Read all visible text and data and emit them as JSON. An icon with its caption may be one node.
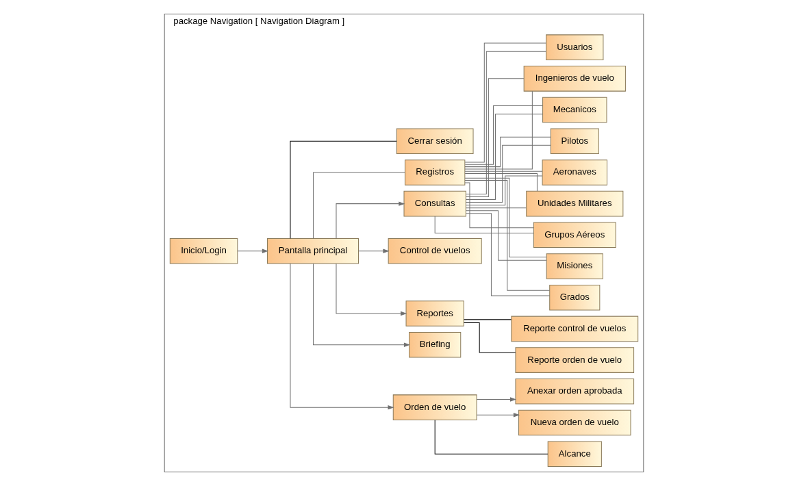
{
  "diagram": {
    "nodes": [
      {
        "text": [
          "package Navigation [ Navigation Diagram ]"
        ]
      },
      {
        "text": [
          "Inicio/Login"
        ],
        "in": 0
      },
      {
        "text": [
          "Pantalla principal"
        ],
        "in": 0
      },
      {
        "text": [
          "Orden de vuelo"
        ],
        "in": 0
      },
      {
        "text": [
          "Briefing"
        ],
        "in": 0
      },
      {
        "text": [
          "Reportes"
        ],
        "in": 0
      },
      {
        "text": [
          "Control de vuelos"
        ],
        "in": 0
      },
      {
        "text": [
          "Consultas"
        ],
        "in": 0
      },
      {
        "text": [
          "Registros"
        ],
        "in": 0
      },
      {
        "text": [
          "Cerrar sesión"
        ],
        "in": 0
      },
      {
        "text": [
          "Nueva orden de vuelo"
        ],
        "in": 0
      },
      {
        "text": [
          "Anexar orden aprobada"
        ],
        "in": 0
      },
      {
        "text": [
          "Alcance"
        ],
        "in": 0
      },
      {
        "text": [
          "Reporte orden de vuelo"
        ],
        "in": 0
      },
      {
        "text": [
          "Reporte control de vuelos"
        ],
        "in": 0
      },
      {
        "text": [
          "Usuarios"
        ],
        "in": 0
      },
      {
        "text": [
          "Grados"
        ],
        "in": 0
      },
      {
        "text": [
          "Misiones"
        ],
        "in": 0
      },
      {
        "text": [
          "Grupos Aéreos"
        ],
        "in": 0
      },
      {
        "text": [
          "Unidades Militares"
        ],
        "in": 0
      },
      {
        "text": [
          "Aeronaves"
        ],
        "in": 0
      },
      {
        "text": [
          "Pilotos"
        ],
        "in": 0
      },
      {
        "text": [
          "Mecanicos"
        ],
        "in": 0
      },
      {
        "text": [
          "Ingenieros de vuelo"
        ],
        "in": 0
      }
    ],
    "edges": [
      {
        "from": 1,
        "to": 2,
        "arrow": "to"
      },
      {
        "from": 2,
        "to": 3,
        "arrow": "to"
      },
      {
        "from": 2,
        "to": 4,
        "arrow": "to"
      },
      {
        "from": 2,
        "to": 5,
        "arrow": "to"
      },
      {
        "from": 2,
        "to": 6,
        "arrow": "to"
      },
      {
        "from": 2,
        "to": 7,
        "arrow": "to"
      },
      {
        "from": 2,
        "to": 8,
        "arrow": "none"
      },
      {
        "from": 2,
        "to": 9,
        "arrow": "none",
        "color": "#000000"
      },
      {
        "from": 3,
        "to": 10,
        "arrow": "to"
      },
      {
        "from": 3,
        "to": 11,
        "arrow": "to"
      },
      {
        "from": 3,
        "to": 12,
        "arrow": "none",
        "color": "#000000"
      },
      {
        "from": 5,
        "to": 13,
        "arrow": "none",
        "color": "#000000"
      },
      {
        "from": 5,
        "to": 14,
        "arrow": "none",
        "color": "#000000"
      },
      {
        "from": 7,
        "to": 15,
        "arrow": "none"
      },
      {
        "from": 7,
        "to": 16,
        "arrow": "none"
      },
      {
        "from": 7,
        "to": 17,
        "arrow": "none"
      },
      {
        "from": 7,
        "to": 18,
        "arrow": "none"
      },
      {
        "from": 7,
        "to": 19,
        "arrow": "none"
      },
      {
        "from": 7,
        "to": 20,
        "arrow": "none"
      },
      {
        "from": 7,
        "to": 21,
        "arrow": "none"
      },
      {
        "from": 7,
        "to": 22,
        "arrow": "none"
      },
      {
        "from": 7,
        "to": 23,
        "arrow": "none"
      },
      {
        "from": 8,
        "to": 15,
        "arrow": "none"
      },
      {
        "from": 8,
        "to": 16,
        "arrow": "none"
      },
      {
        "from": 8,
        "to": 17,
        "arrow": "none"
      },
      {
        "from": 8,
        "to": 18,
        "arrow": "none"
      },
      {
        "from": 8,
        "to": 19,
        "arrow": "none"
      },
      {
        "from": 8,
        "to": 20,
        "arrow": "none"
      },
      {
        "from": 8,
        "to": 21,
        "arrow": "none"
      },
      {
        "from": 8,
        "to": 22,
        "arrow": "none"
      },
      {
        "from": 8,
        "to": 23,
        "arrow": "none"
      }
    ]
  }
}
